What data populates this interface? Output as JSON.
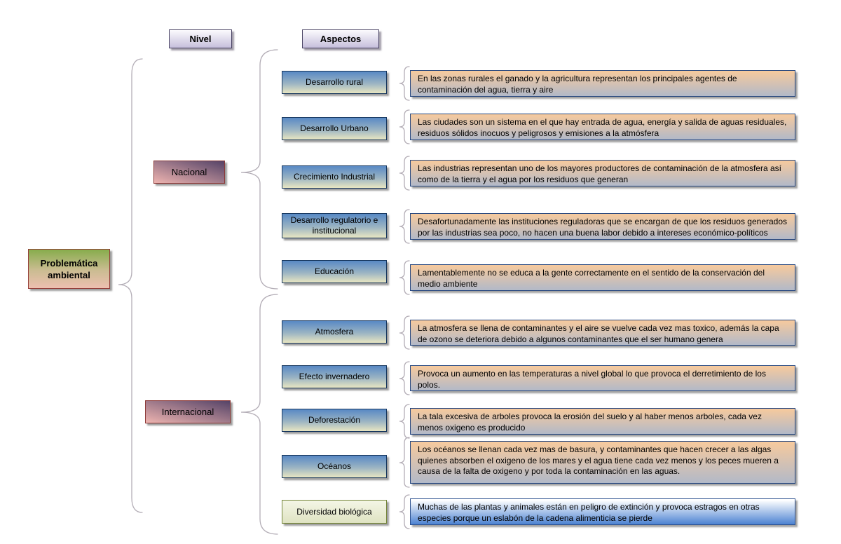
{
  "diagram": {
    "root": "Problemática ambiental",
    "column_headers": [
      "Nivel",
      "Aspectos"
    ],
    "levels": [
      {
        "label": "Nacional",
        "aspects": [
          {
            "label": "Desarrollo rural",
            "description": "En las zonas rurales el ganado y la agricultura representan los principales agentes de contaminación del agua, tierra y aire"
          },
          {
            "label": "Desarrollo Urbano",
            "description": "Las ciudades son un sistema en el que hay entrada de agua, energía y salida de aguas residuales, residuos sólidos inocuos y peligrosos y emisiones a la atmósfera"
          },
          {
            "label": "Crecimiento Industrial",
            "description": "Las industrias representan uno de los mayores productores de contaminación de la atmosfera así como de la tierra y el agua por los residuos que generan"
          },
          {
            "label": "Desarrollo regulatorio e institucional",
            "description": "Desafortunadamente las instituciones reguladoras que se encargan de que los residuos generados por las industrias sea poco, no hacen una buena labor debido a intereses económico-políticos"
          },
          {
            "label": "Educación",
            "description": "Lamentablemente no se educa a la gente correctamente en el sentido de la conservación del medio ambiente"
          }
        ]
      },
      {
        "label": "Internacional",
        "aspects": [
          {
            "label": "Atmosfera",
            "description": "La atmosfera se llena de contaminantes y el aire se vuelve cada vez mas toxico, además la capa de ozono se deteriora debido a algunos contaminantes que el ser humano genera"
          },
          {
            "label": "Efecto invernadero",
            "description": "Provoca un aumento en las temperaturas a nivel global lo que provoca el derretimiento de los polos."
          },
          {
            "label": "Deforestación",
            "description": "La tala excesiva de arboles provoca la erosión del suelo y al haber menos arboles, cada vez menos oxigeno es producido"
          },
          {
            "label": "Océanos",
            "description": "Los océanos se llenan cada vez mas de basura, y contaminantes que hacen crecer a las algas quienes absorben el oxigeno de los mares y el agua tiene cada vez menos y los peces mueren a causa de la falta de oxigeno y por toda la contaminación en las aguas."
          },
          {
            "label": "Diversidad biológica",
            "description": "Muchas de las plantas y animales están en peligro de extinción y provoca estragos en otras especies porque un eslabón de la cadena alimenticia se pierde"
          }
        ]
      }
    ],
    "colors": {
      "root_top": "#87ac4c",
      "root_bottom": "#edbfb0",
      "level_pink": "#eeb4b0",
      "level_purple": "#554367",
      "aspect_blue_top": "#5889c4",
      "aspect_cream_bottom": "#e8e6c2",
      "aspect_bio_green": "#eef0dc",
      "desc_orange_top": "#f7ca9d",
      "desc_gray_bottom": "#b2b9c8",
      "desc_blue_bottom": "#4c82d2",
      "brace_gray": "#b3adb6"
    }
  }
}
